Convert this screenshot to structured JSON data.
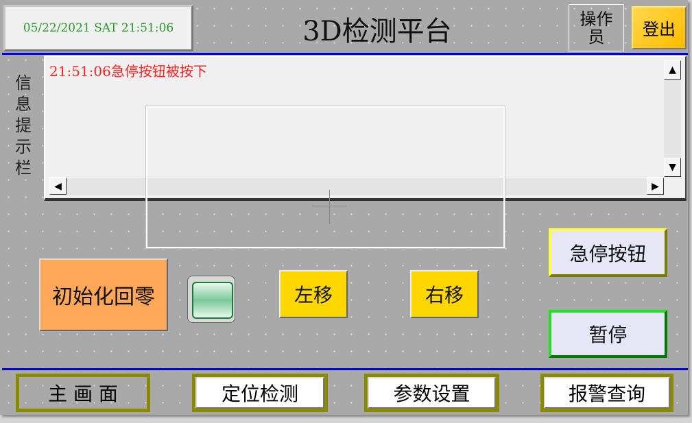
{
  "header": {
    "datetime": "05/22/2021 SAT 21:51:06",
    "title": "3D检测平台",
    "operator_label": "操作员",
    "logout_label": "登出"
  },
  "info": {
    "side_label": "信息提示栏",
    "messages": [
      "21:51:06急停按钮被按下"
    ],
    "scroll_up": "▲",
    "scroll_down": "▼",
    "scroll_left": "◀",
    "scroll_right": "▶"
  },
  "controls": {
    "init_home": "初始化回零",
    "move_left": "左移",
    "move_right": "右移",
    "emergency_stop": "急停按钮",
    "pause": "暂停",
    "indicator_state": "on"
  },
  "nav": {
    "items": [
      "主 画 面",
      "定位检测",
      "参数设置",
      "报警查询"
    ]
  },
  "colors": {
    "accent_line": "#0000e0",
    "message": "#ff2020",
    "datetime": "#2a9a2a"
  }
}
